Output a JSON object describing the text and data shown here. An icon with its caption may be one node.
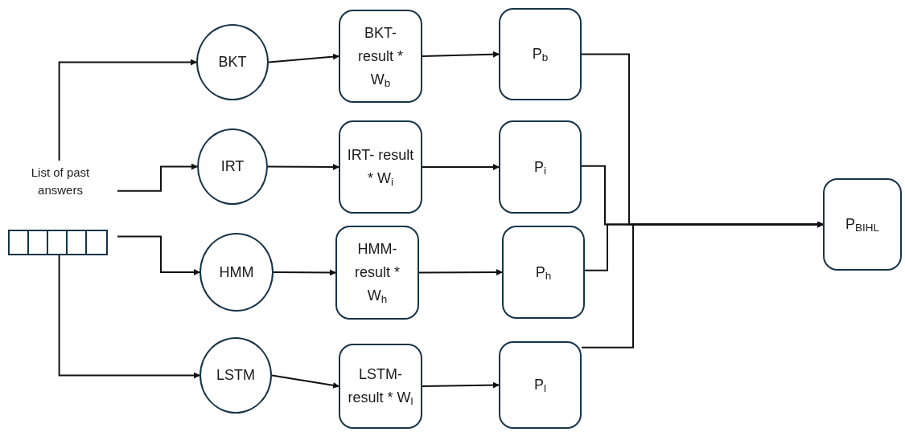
{
  "diagram": {
    "nodes": [
      {
        "text": [
          "List of past answers"
        ]
      },
      {
        "text": [
          "BKT"
        ]
      },
      {
        "text": [
          "IRT"
        ]
      },
      {
        "text": [
          "HMM"
        ]
      },
      {
        "text": [
          "LSTM"
        ]
      },
      {
        "text": [
          "BKT- result * W$_{b}$"
        ]
      },
      {
        "text": [
          "IRT- result * W$_{i}$"
        ]
      },
      {
        "text": [
          "HMM- result * W$_{h}$"
        ]
      },
      {
        "text": [
          "LSTM- result * W$_{l}$"
        ]
      },
      {
        "text": [
          "P$_{b}$"
        ]
      },
      {
        "text": [
          "P$_{i}$"
        ]
      },
      {
        "text": [
          "P$_{h}$"
        ]
      },
      {
        "text": [
          "P$_{l}$"
        ]
      },
      {
        "text": [
          "P$_{BIHL}$"
        ]
      }
    ],
    "edges": [
      {
        "from": 0,
        "to": 1,
        "arrow": "to"
      },
      {
        "from": 0,
        "to": 2,
        "arrow": "to"
      },
      {
        "from": 0,
        "to": 3,
        "arrow": "to"
      },
      {
        "from": 0,
        "to": 4,
        "arrow": "to"
      },
      {
        "from": 1,
        "to": 5,
        "arrow": "to"
      },
      {
        "from": 2,
        "to": 6,
        "arrow": "to"
      },
      {
        "from": 3,
        "to": 7,
        "arrow": "to"
      },
      {
        "from": 4,
        "to": 8,
        "arrow": "to"
      },
      {
        "from": 5,
        "to": 9,
        "arrow": "to"
      },
      {
        "from": 6,
        "to": 10,
        "arrow": "to"
      },
      {
        "from": 7,
        "to": 11,
        "arrow": "to"
      },
      {
        "from": 8,
        "to": 12,
        "arrow": "to"
      },
      {
        "from": 9,
        "to": 13,
        "arrow": "to"
      },
      {
        "from": 10,
        "to": 13,
        "arrow": "to"
      },
      {
        "from": 11,
        "to": 13,
        "arrow": "to"
      },
      {
        "from": 12,
        "to": 13,
        "arrow": "to"
      }
    ]
  }
}
